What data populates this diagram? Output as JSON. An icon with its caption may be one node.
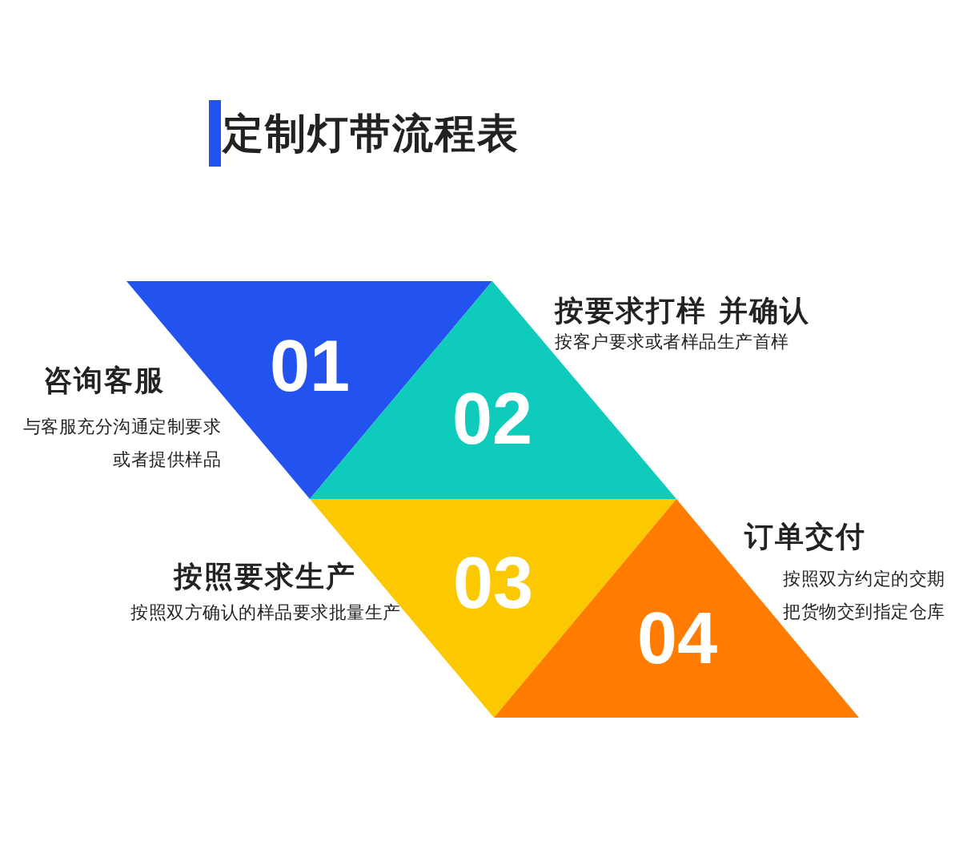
{
  "diagram": {
    "title": "定制灯带流程表",
    "nodes": [
      {
        "text": [
          "01"
        ],
        "beside": [
          "咨询客服",
          "与客服充分沟通定制要求或者提供样品"
        ]
      },
      {
        "text": [
          "02"
        ],
        "beside": [
          "按要求打样 并确认",
          "按客户要求或者样品生产首样"
        ]
      },
      {
        "text": [
          "03"
        ],
        "beside": [
          "按照要求生产",
          "按照双方确认的样品要求批量生产"
        ]
      },
      {
        "text": [
          "04"
        ],
        "beside": [
          "订单交付",
          "按照双方约定的交期把货物交到指定仓库"
        ]
      }
    ]
  }
}
